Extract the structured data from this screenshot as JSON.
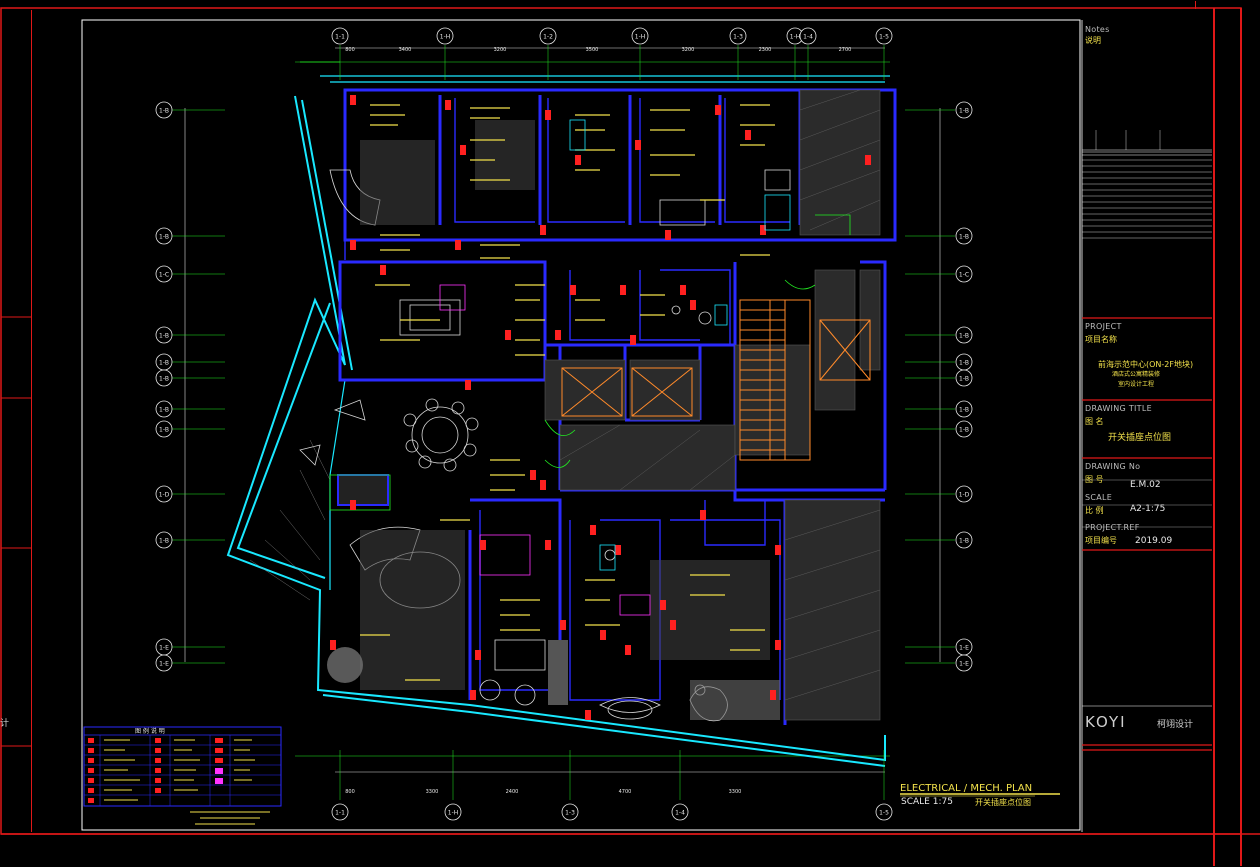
{
  "title_block": {
    "notes_label": "Notes",
    "notes_cn": "说明",
    "project_label": "PROJECT",
    "project_cn": "项目名称",
    "project_name_1": "前海示范中心(ON-2F地块)",
    "project_name_2": "酒店式公寓精装修",
    "project_name_3": "室内设计工程",
    "drawing_title_label": "DRAWING TITLE",
    "drawing_title_cn": "图 名",
    "drawing_title_value": "开关插座点位图",
    "drawing_no_label": "DRAWING No",
    "drawing_no_cn": "图 号",
    "drawing_no_value": "E.M.02",
    "scale_label": "SCALE",
    "scale_cn": "比 例",
    "scale_value": "A2-1:75",
    "project_ref_label": "PROJECT.REF",
    "project_ref_cn": "项目编号",
    "project_ref_value": "2019.09",
    "brand": "KOYI",
    "brand_cn": "柯翊设计"
  },
  "plan": {
    "title": "ELECTRICAL / MECH. PLAN",
    "scale": "SCALE 1:75",
    "subtitle": "开关插座点位图"
  },
  "grid_top": [
    "1-1",
    "1-H",
    "1-2",
    "1-H",
    "1-3",
    "1-H",
    "1-4",
    "1-5"
  ],
  "grid_bottom": [
    "1-1",
    "1-H",
    "1-3",
    "1-4",
    "1-5"
  ],
  "grid_left": [
    "1-B",
    "1-B",
    "1-C",
    "1-B",
    "1-B",
    "1-B",
    "1-B",
    "1-B",
    "1-D",
    "1-B",
    "1-E",
    "1-E"
  ],
  "grid_right": [
    "1-B",
    "1-B",
    "1-C",
    "1-B",
    "1-B",
    "1-B",
    "1-B",
    "1-B",
    "1-D",
    "1-B",
    "1-E",
    "1-E"
  ],
  "dims_top": [
    "800",
    "3400",
    "3200",
    "3500",
    "3200",
    "2300",
    "2700"
  ],
  "dims_bottom": [
    "800",
    "3300",
    "2400",
    "4700",
    "3300"
  ],
  "legend_title": "图 例 说 明",
  "left_cut_text": "计",
  "colors": {
    "frame": "#ffffff",
    "border_red": "#e01818",
    "wall_blue": "#2a2aff",
    "glass_cyan": "#19e8ff",
    "annotation": "#f2e14b",
    "device_red": "#ff2020",
    "furniture": "#d8d8d8",
    "green": "#22ee22",
    "magenta": "#ff33ff",
    "orange": "#ff8a2a"
  }
}
